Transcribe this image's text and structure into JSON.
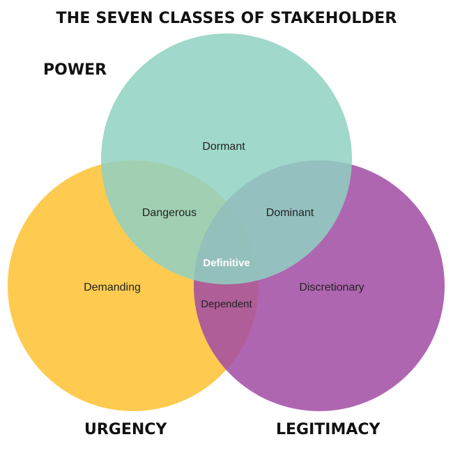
{
  "title": "THE SEVEN CLASSES OF STAKEHOLDER",
  "sets": {
    "power": {
      "label": "POWER",
      "color": "#8fd1c2"
    },
    "urgency": {
      "label": "URGENCY",
      "color": "#fec53d"
    },
    "legitimacy": {
      "label": "LEGITIMACY",
      "color": "#a14ba3"
    }
  },
  "regions": {
    "dormant": "Dormant",
    "demanding": "Demanding",
    "discretionary": "Discretionary",
    "dangerous": "Dangerous",
    "dominant": "Dominant",
    "dependent": "Dependent",
    "definitive": "Definitive"
  }
}
